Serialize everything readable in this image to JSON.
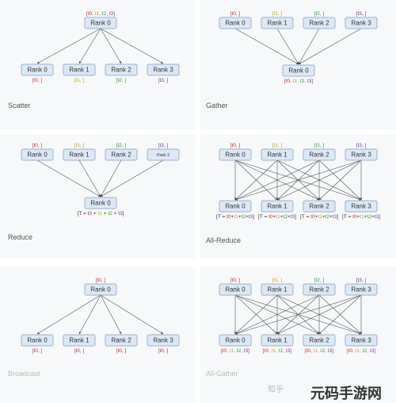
{
  "colors": {
    "t0": "#c0392b",
    "t1": "#d4a017",
    "t2": "#2e9e3a",
    "t3": "#7d3c98",
    "plain": "#333333"
  },
  "panels": [
    {
      "id": "scatter",
      "caption": "Scatter",
      "top": [
        {
          "label": "Rank 0",
          "data": [
            [
              "[t0, ",
              "t0"
            ],
            [
              "t1, ",
              "t1"
            ],
            [
              "t2, ",
              "t2"
            ],
            [
              "t3]",
              "t3"
            ]
          ]
        }
      ],
      "bottom": [
        {
          "label": "Rank 0",
          "data": [
            [
              "[t0, ]",
              "t0"
            ]
          ]
        },
        {
          "label": "Rank 1",
          "data": [
            [
              "[t1, ]",
              "t1"
            ]
          ]
        },
        {
          "label": "Rank 2",
          "data": [
            [
              "[t2, ]",
              "t2"
            ]
          ]
        },
        {
          "label": "Rank 3",
          "data": [
            [
              "[t3, ]",
              "t3"
            ]
          ]
        }
      ]
    },
    {
      "id": "gather",
      "caption": "Gather",
      "top": [
        {
          "label": "Rank 0",
          "data": [
            [
              "[t0, ]",
              "t0"
            ]
          ]
        },
        {
          "label": "Rank 1",
          "data": [
            [
              "[t1, ]",
              "t1"
            ]
          ]
        },
        {
          "label": "Rank 2",
          "data": [
            [
              "[t2, ]",
              "t2"
            ]
          ]
        },
        {
          "label": "Rank 3",
          "data": [
            [
              "[t3, ]",
              "t3"
            ]
          ]
        }
      ],
      "bottom": [
        {
          "label": "Rank 0",
          "data": [
            [
              "[t0, ",
              "t0"
            ],
            [
              "t1, ",
              "t1"
            ],
            [
              "t2, ",
              "t2"
            ],
            [
              "t3]",
              "t3"
            ]
          ]
        }
      ]
    },
    {
      "id": "reduce",
      "caption": "Reduce",
      "top": [
        {
          "label": "Rank 0",
          "data": [
            [
              "[t0, ]",
              "t0"
            ]
          ]
        },
        {
          "label": "Rank 1",
          "data": [
            [
              "[t1, ]",
              "t1"
            ]
          ]
        },
        {
          "label": "Rank 2",
          "data": [
            [
              "[t2, ]",
              "t2"
            ]
          ]
        },
        {
          "label": "Rank 3",
          "data": [
            [
              "[t3, ]",
              "t3"
            ]
          ],
          "small": true
        }
      ],
      "bottom": [
        {
          "label": "Rank 0",
          "data": [
            [
              "[T = ",
              "plain"
            ],
            [
              "t0",
              "t0"
            ],
            [
              " + ",
              "plain"
            ],
            [
              "t1",
              "t1"
            ],
            [
              " + ",
              "plain"
            ],
            [
              "t2",
              "t2"
            ],
            [
              " + ",
              "plain"
            ],
            [
              "t3",
              "t3"
            ],
            [
              "]",
              "plain"
            ]
          ]
        }
      ]
    },
    {
      "id": "allreduce",
      "caption": "All-Reduce",
      "top": [
        {
          "label": "Rank 0",
          "data": [
            [
              "[t0, ]",
              "t0"
            ]
          ]
        },
        {
          "label": "Rank 1",
          "data": [
            [
              "[t1, ]",
              "t1"
            ]
          ]
        },
        {
          "label": "Rank 2",
          "data": [
            [
              "[t2, ]",
              "t2"
            ]
          ]
        },
        {
          "label": "Rank 3",
          "data": [
            [
              "[t3, ]",
              "t3"
            ]
          ]
        }
      ],
      "bottom": [
        {
          "label": "Rank 0",
          "data": [
            [
              "[T = ",
              "plain"
            ],
            [
              "t0",
              "t0"
            ],
            [
              "+",
              "plain"
            ],
            [
              "t1",
              "t1"
            ],
            [
              "+",
              "plain"
            ],
            [
              "t2",
              "t2"
            ],
            [
              "+",
              "plain"
            ],
            [
              "t3",
              "t3"
            ],
            [
              "]",
              "plain"
            ]
          ]
        },
        {
          "label": "Rank 1",
          "data": [
            [
              "[T = ",
              "plain"
            ],
            [
              "t0",
              "t0"
            ],
            [
              "+",
              "plain"
            ],
            [
              "t1",
              "t1"
            ],
            [
              "+",
              "plain"
            ],
            [
              "t2",
              "t2"
            ],
            [
              "+",
              "plain"
            ],
            [
              "t3",
              "t3"
            ],
            [
              "]",
              "plain"
            ]
          ]
        },
        {
          "label": "Rank 2",
          "data": [
            [
              "[T = ",
              "plain"
            ],
            [
              "t0",
              "t0"
            ],
            [
              "+",
              "plain"
            ],
            [
              "t1",
              "t1"
            ],
            [
              "+",
              "plain"
            ],
            [
              "t2",
              "t2"
            ],
            [
              "+",
              "plain"
            ],
            [
              "t3",
              "t3"
            ],
            [
              "]",
              "plain"
            ]
          ]
        },
        {
          "label": "Rank 3",
          "data": [
            [
              "[T = ",
              "plain"
            ],
            [
              "t0",
              "t0"
            ],
            [
              "+",
              "plain"
            ],
            [
              "t1",
              "t1"
            ],
            [
              "+",
              "plain"
            ],
            [
              "t2",
              "t2"
            ],
            [
              "+",
              "plain"
            ],
            [
              "t3",
              "t3"
            ],
            [
              "]",
              "plain"
            ]
          ]
        }
      ]
    },
    {
      "id": "broadcast",
      "caption": "Broadcast",
      "top": [
        {
          "label": "Rank 0",
          "data": [
            [
              "[t0, ]",
              "t0"
            ]
          ]
        }
      ],
      "bottom": [
        {
          "label": "Rank 0",
          "data": [
            [
              "[t0, ]",
              "t0"
            ]
          ]
        },
        {
          "label": "Rank 1",
          "data": [
            [
              "[t0, ]",
              "t0"
            ]
          ]
        },
        {
          "label": "Rank 2",
          "data": [
            [
              "[t0, ]",
              "t0"
            ]
          ]
        },
        {
          "label": "Rank 3",
          "data": [
            [
              "[t0, ]",
              "t0"
            ]
          ]
        }
      ]
    },
    {
      "id": "allgather",
      "caption": "All-Gather",
      "top": [
        {
          "label": "Rank 0",
          "data": [
            [
              "[t0, ]",
              "t0"
            ]
          ]
        },
        {
          "label": "Rank 1",
          "data": [
            [
              "[t1, ]",
              "t1"
            ]
          ]
        },
        {
          "label": "Rank 2",
          "data": [
            [
              "[t2, ]",
              "t2"
            ]
          ]
        },
        {
          "label": "Rank 3",
          "data": [
            [
              "[t3, ]",
              "t3"
            ]
          ]
        }
      ],
      "bottom": [
        {
          "label": "Rank 0",
          "data": [
            [
              "[t0, ",
              "t0"
            ],
            [
              "t1, ",
              "t1"
            ],
            [
              "t2, ",
              "t2"
            ],
            [
              "t3]",
              "t3"
            ]
          ]
        },
        {
          "label": "Rank 1",
          "data": [
            [
              "[t0, ",
              "t0"
            ],
            [
              "t1, ",
              "t1"
            ],
            [
              "t2, ",
              "t2"
            ],
            [
              "t3]",
              "t3"
            ]
          ]
        },
        {
          "label": "Rank 2",
          "data": [
            [
              "[t0, ",
              "t0"
            ],
            [
              "t1, ",
              "t1"
            ],
            [
              "t2, ",
              "t2"
            ],
            [
              "t3]",
              "t3"
            ]
          ]
        },
        {
          "label": "Rank 3",
          "data": [
            [
              "[t0, ",
              "t0"
            ],
            [
              "t1, ",
              "t1"
            ],
            [
              "t2, ",
              "t2"
            ],
            [
              "t3]",
              "t3"
            ]
          ]
        }
      ]
    }
  ],
  "watermark": {
    "zhihu": "知乎",
    "site": "元码手游网"
  }
}
